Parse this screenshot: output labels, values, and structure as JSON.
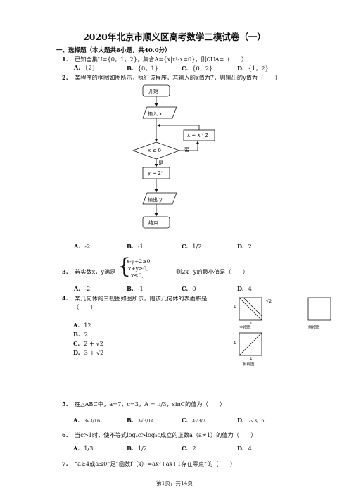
{
  "title": "2020年北京市顺义区高考数学二模试卷（一）",
  "section": "一、选择题（本大题共8小题，共40.0分）",
  "q1": {
    "num": "1.",
    "text": "已知全集U={0，1，2}，集合A={x|x²-x=0}，则∁UA=（　　）",
    "options": [
      {
        "l": "A.",
        "t": "{2}"
      },
      {
        "l": "B.",
        "t": "{0，1}"
      },
      {
        "l": "C.",
        "t": "{0，2}"
      },
      {
        "l": "D.",
        "t": "{1，2}"
      }
    ]
  },
  "q2": {
    "num": "2.",
    "text": "某程序的框图如图所示，执行该程序，若输入的x值为7，则输出的y值为（　　）",
    "options": [
      {
        "l": "A.",
        "t": "-2"
      },
      {
        "l": "B.",
        "t": "-1"
      },
      {
        "l": "C.",
        "t": "1/2"
      },
      {
        "l": "D.",
        "t": "2"
      }
    ]
  },
  "flowchart": {
    "start": "开始",
    "input": "输入 x",
    "cond": "x ≤ 0",
    "update": "x = x - 2",
    "no": "否",
    "yes": "是",
    "assign": "y = 2ˣ",
    "output": "输出 y",
    "end": "结束"
  },
  "q3": {
    "num": "3.",
    "text_a": "若实数x，y满足",
    "text_b": "则2x+y的最小值是（　　）",
    "system": [
      "x-y+2≥0,",
      "x+y≥0,",
      "x≤0,"
    ],
    "options": [
      {
        "l": "A.",
        "t": "-2"
      },
      {
        "l": "B.",
        "t": "-1"
      },
      {
        "l": "C.",
        "t": "0"
      },
      {
        "l": "D.",
        "t": "4"
      }
    ]
  },
  "q4": {
    "num": "4.",
    "text": "某几何体的三视图如图所示，则该几何体的表面积是",
    "paren": "（　　）",
    "options": [
      {
        "l": "A.",
        "t": "12"
      },
      {
        "l": "B.",
        "t": "2"
      },
      {
        "l": "C.",
        "t": "2 + √2"
      },
      {
        "l": "D.",
        "t": "3 + √2"
      }
    ],
    "views": {
      "front": "主视图",
      "side": "侧视图",
      "top": "俯视图",
      "one": "1",
      "sqrt2": "√2"
    }
  },
  "q5": {
    "num": "5.",
    "text": "在△ABC中，a=7，c=3，A = π/3，sinC的值为（　　）",
    "options": [
      {
        "l": "A.",
        "t": "3√3/16"
      },
      {
        "l": "B.",
        "t": "3√3/14"
      },
      {
        "l": "C.",
        "t": "4√3/7"
      },
      {
        "l": "D.",
        "t": "7√3/16"
      }
    ]
  },
  "q6": {
    "num": "6.",
    "text": "当c>1时，使不等式logₐc>log₃c成立的正数a（a≠1）的值为（　　）",
    "options": [
      {
        "l": "A.",
        "t": "1/3"
      },
      {
        "l": "B.",
        "t": "1/2"
      },
      {
        "l": "C.",
        "t": "2"
      },
      {
        "l": "D.",
        "t": "4"
      }
    ]
  },
  "q7": {
    "num": "7.",
    "text": "“a≥4或a≤0”是“函数f（x）=ax²+ax+1存在零点”的（　　）"
  },
  "footer": "第1页，共14页"
}
